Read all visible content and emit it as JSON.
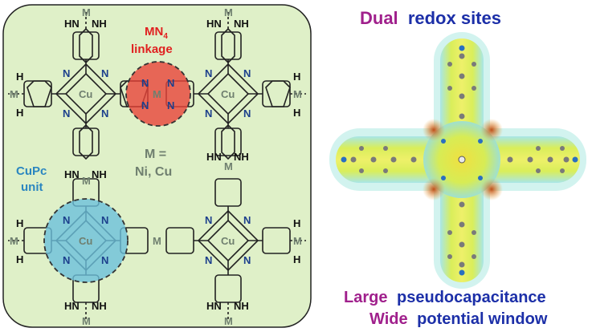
{
  "left_panel": {
    "mn4_label_line1": "MN",
    "mn4_label_sub": "4",
    "mn4_label_line2": "linkage",
    "cupc_label_line1": "CuPc",
    "cupc_label_line2": "unit",
    "m_def_line1": "M =",
    "m_def_line2": "Ni, Cu",
    "atoms": {
      "metal_center": "Cu",
      "node_metal": "M",
      "nitrogen": "N",
      "hydrogen": "H",
      "amine": "NH",
      "imine": "HN"
    }
  },
  "right_panel": {
    "title_word1": "Dual",
    "title_word2": "redox sites",
    "caption1_word1": "Large",
    "caption1_word2": "pseudocapacitance",
    "caption2_word1": "Wide",
    "caption2_word2": "potential window"
  },
  "colors": {
    "panel_bg": "#dff0c8",
    "mn4_circle": "#e8443a",
    "mn4_text": "#e02020",
    "cupc_circle": "#6cc0dc",
    "cupc_text": "#2b86c0",
    "metal_text": "#6f7f6f",
    "accent_purple": "#a0208c",
    "accent_blue": "#1c2fa8"
  }
}
